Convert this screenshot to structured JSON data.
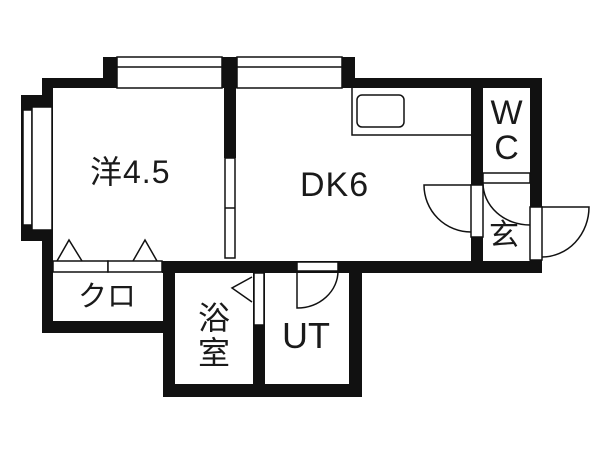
{
  "floor_plan": {
    "rooms": {
      "western": {
        "label": "洋4.5"
      },
      "dk": {
        "label": "DK6"
      },
      "wc": {
        "label": "WC",
        "lines": [
          "W",
          "C"
        ]
      },
      "entrance": {
        "label": "玄"
      },
      "closet": {
        "label": "クロ"
      },
      "bath": {
        "label": "浴室",
        "lines": [
          "浴",
          "室"
        ]
      },
      "ut": {
        "label": "UT"
      }
    }
  },
  "colors": {
    "wall": "#111111",
    "text": "#1a1a1a",
    "background": "#ffffff"
  }
}
